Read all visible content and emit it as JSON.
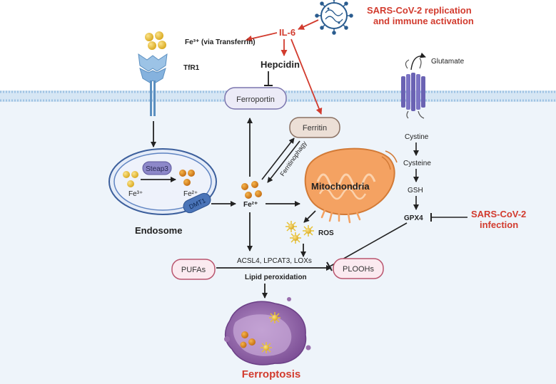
{
  "labels": {
    "sars_replication_1": "SARS-CoV-2 replication",
    "sars_replication_2": "and immune activation",
    "il6": "IL-6",
    "fe3_transferrin": "Fe³⁺ (via Transferrin)",
    "tfr1": "TfR1",
    "hepcidin": "Hepcidin",
    "glutamate": "Glutamate",
    "ferroportin": "Ferroportin",
    "ferritin": "Ferritin",
    "ferritinophagy": "Ferritinophagy",
    "steap3": "Steap3",
    "endo_fe3": "Fe³⁺",
    "endo_fe2": "Fe²⁺",
    "dmt1": "DMT1",
    "endosome": "Endosome",
    "cyto_fe2": "Fe²⁺",
    "mitochondria": "Mitochondria",
    "ros": "ROS",
    "cystine": "Cystine",
    "cysteine": "Cysteine",
    "gsh": "GSH",
    "gpx4": "GPX4",
    "sars_infection_1": "SARS-CoV-2",
    "sars_infection_2": "infection",
    "pufas": "PUFAs",
    "enzymes": "ACSL4, LPCAT3, LOXs",
    "plooh": "PLOOHs",
    "lipid_peroxidation": "Lipid peroxidation",
    "ferroptosis": "Ferroptosis"
  },
  "colors": {
    "red_accent": "#d23b2e",
    "arrow_dark": "#222222",
    "membrane_blue": "#bcd6ec",
    "cell_bg": "#eef4fa",
    "ferroportin_fill": "#ecebf7",
    "ferritin_fill": "#ecdfd6",
    "pill_pink": "#fbeaf0",
    "iron_gold": "#e7c134",
    "iron_orange": "#d98a1e",
    "mito_orange": "#f4a262",
    "ferroptosis_purple": "#9a6fae"
  },
  "icons": {
    "virus": "virus-icon",
    "receptor": "transferrin-receptor-icon",
    "transporter": "cystine-glutamate-antiporter-icon",
    "mitochondrion": "mitochondrion-icon",
    "dying_cell": "ferroptotic-cell-icon"
  }
}
